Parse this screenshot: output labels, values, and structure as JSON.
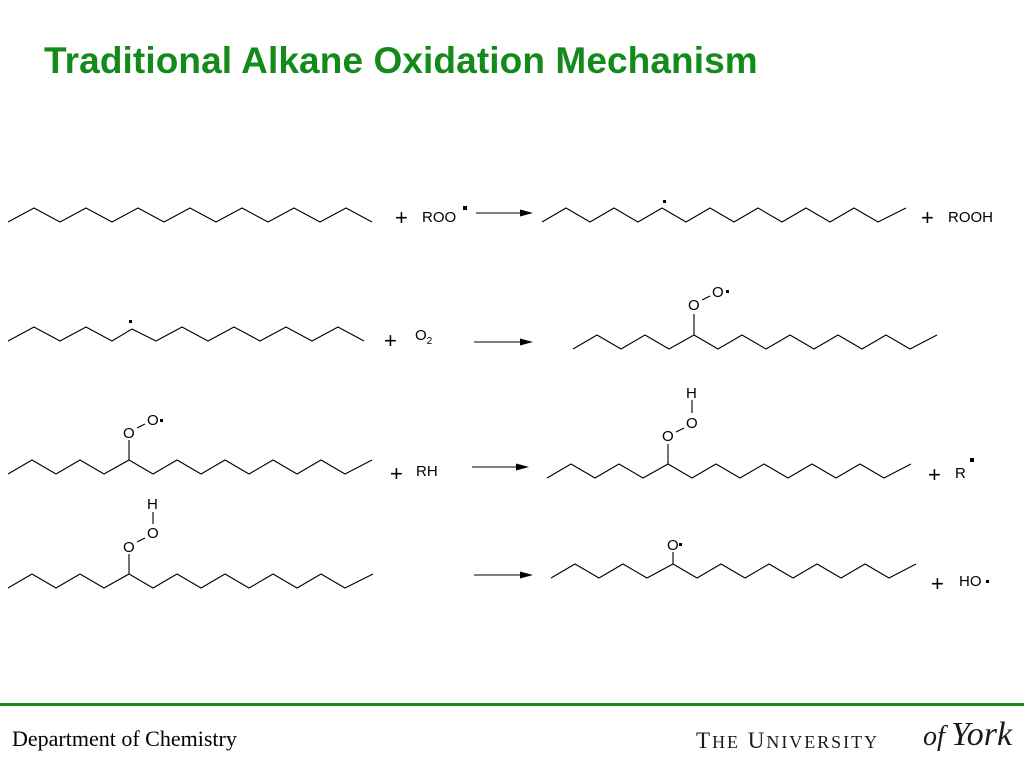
{
  "slide": {
    "title": "Traditional Alkane Oxidation Mechanism"
  },
  "scheme": {
    "plus": "+",
    "atoms": {
      "O": "O",
      "H": "H"
    },
    "reactions": [
      {
        "reagent": "ROO",
        "product_side": "ROOH"
      },
      {
        "reagent_main": "O",
        "reagent_sub": "2"
      },
      {
        "reagent": "RH",
        "product_side": "R"
      },
      {
        "product_side": "HO"
      }
    ]
  },
  "footer": {
    "department": "Department of Chemistry",
    "logo_the": "The",
    "logo_university": "University",
    "logo_of": "of",
    "logo_york": "York"
  },
  "colors": {
    "title": "#138a1a",
    "rule": "#138a1a"
  }
}
